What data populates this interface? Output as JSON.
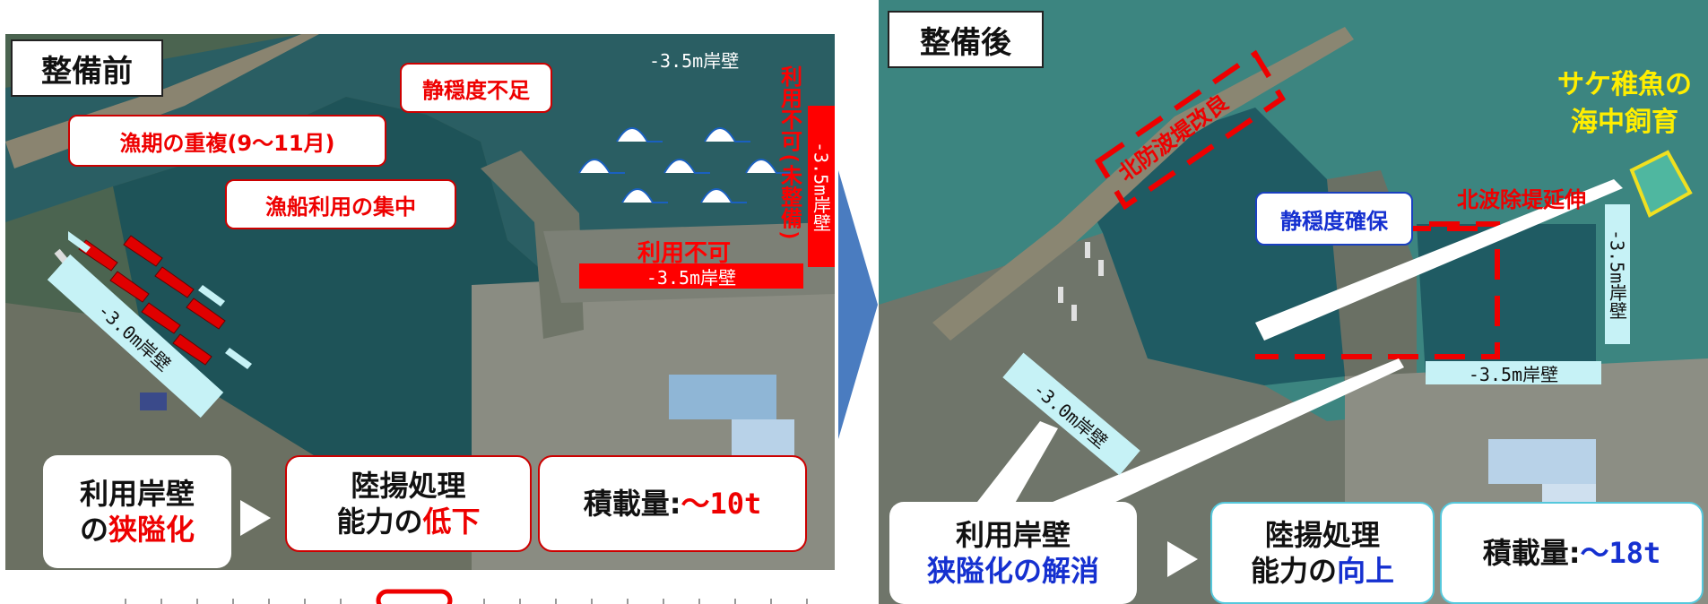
{
  "before": {
    "title": "整備前",
    "callouts": {
      "calm_lacking": "静穏度不足",
      "season_overlap": "漁期の重複(9〜11月)",
      "boat_concentration": "漁船利用の集中"
    },
    "quays": {
      "top_label": "-3.5m岸壁",
      "vertical_label": "利用不可(未整備)",
      "vertical_bar": "-3.5m岸壁",
      "unusable": "利用不可",
      "horizontal_bar": "-3.5m岸壁",
      "diagonal": "-3.0m岸壁"
    },
    "boxes": {
      "quay_line1": "利用岸壁",
      "quay_line2_prefix": "の",
      "quay_line2_highlight": "狭隘化",
      "processing_line1": "陸揚処理",
      "processing_line2_prefix": "能力の",
      "processing_line2_highlight": "低下",
      "load_label": "積載量:",
      "load_value": "〜10t"
    }
  },
  "after": {
    "title": "整備後",
    "callouts": {
      "breakwater_improve": "北防波堤改良",
      "salmon_line1": "サケ稚魚の",
      "salmon_line2": "海中飼育",
      "wave_extension": "北波除堤延伸",
      "calm_secured": "静穏度確保"
    },
    "quays": {
      "vertical": "-3.5m岸壁",
      "horizontal": "-3.5m岸壁",
      "diagonal": "-3.0m岸壁"
    },
    "boxes": {
      "quay_line1": "利用岸壁",
      "quay_line2": "狭隘化の解消",
      "processing_line1": "陸揚処理",
      "processing_line2_prefix": "能力の",
      "processing_line2_highlight": "向上",
      "load_label": "積載量:",
      "load_value": "〜18t"
    }
  },
  "colors": {
    "red": "#e00000",
    "blue": "#1530d0",
    "cyan_quay": "#c6f2f6",
    "yellow": "#f0e020",
    "arrow": "#4a7cc0"
  }
}
